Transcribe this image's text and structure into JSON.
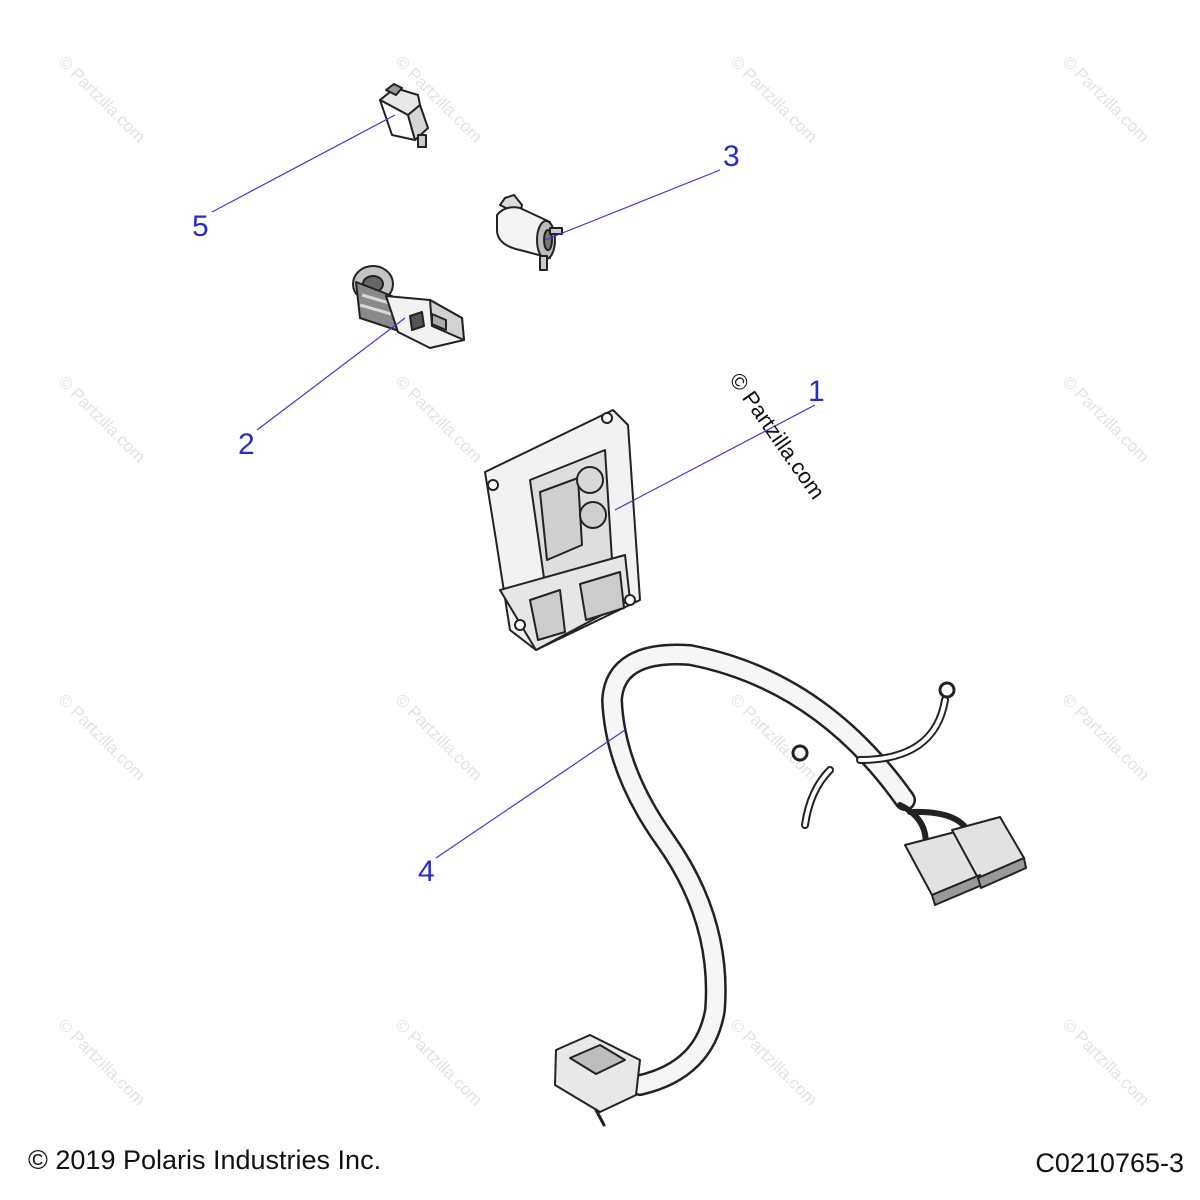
{
  "watermark": {
    "text": "© Partzilla.com"
  },
  "callouts": {
    "c1": "1",
    "c2": "2",
    "c3": "3",
    "c4": "4",
    "c5": "5"
  },
  "footer": {
    "copyright": "© 2019 Polaris Industries Inc.",
    "diagram_code": "C0210765-3"
  },
  "colors": {
    "callout": "#2b2bc8",
    "line_art": "#222222",
    "watermark": "#e2e2e2"
  }
}
